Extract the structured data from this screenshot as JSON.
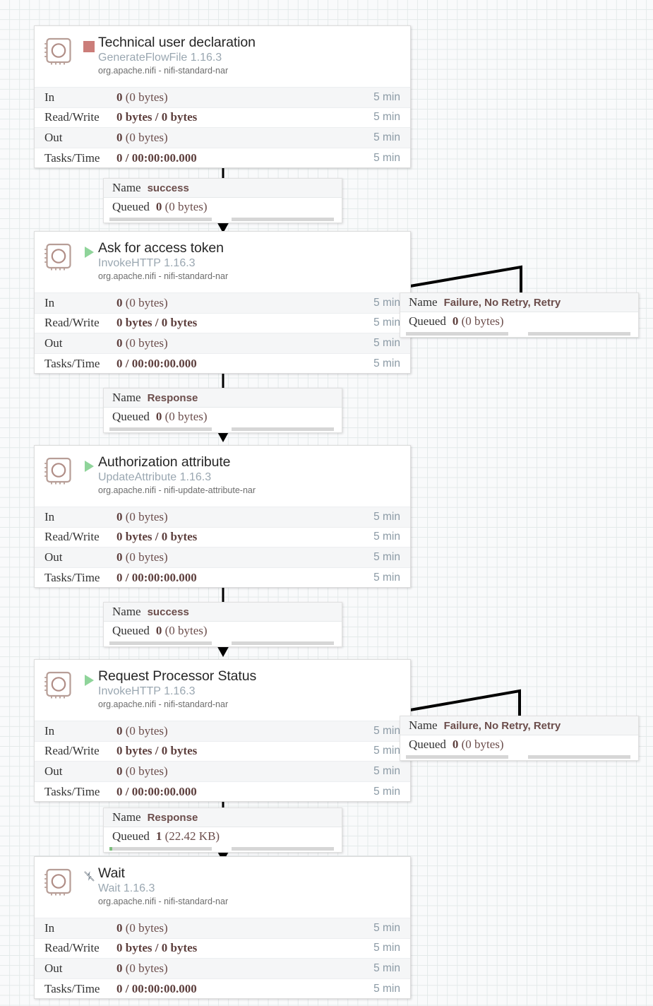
{
  "canvas": {
    "background_color": "#f9fafb",
    "grid_color": "#e4eaea"
  },
  "colors": {
    "running": "#8fd49a",
    "stopped": "#cb7d79",
    "disabled": "#9aa7b1",
    "stat_value": "#6b4d4b",
    "type_text": "#9aa7b1",
    "wire": "#000000"
  },
  "stat_labels": {
    "in": "In",
    "read_write": "Read/Write",
    "out": "Out",
    "tasks_time": "Tasks/Time"
  },
  "connection_labels": {
    "name": "Name",
    "queued": "Queued"
  },
  "processors": [
    {
      "id": "technical-user-declaration",
      "name": "Technical user declaration",
      "type": "GenerateFlowFile 1.16.3",
      "bundle": "org.apache.nifi - nifi-standard-nar",
      "state": "stopped",
      "state_icon": "stop-square-icon",
      "stats": [
        {
          "label": "In",
          "value": "0 (0 bytes)",
          "bold": "0",
          "rest": " (0 bytes)",
          "time": "5 min"
        },
        {
          "label": "Read/Write",
          "value": "0 bytes / 0 bytes",
          "bold": "0 bytes / 0 bytes",
          "rest": "",
          "time": "5 min"
        },
        {
          "label": "Out",
          "value": "0 (0 bytes)",
          "bold": "0",
          "rest": " (0 bytes)",
          "time": "5 min"
        },
        {
          "label": "Tasks/Time",
          "value": "0 / 00:00:00.000",
          "bold": "0 / 00:00:00.000",
          "rest": "",
          "time": "5 min"
        }
      ]
    },
    {
      "id": "ask-for-access-token",
      "name": "Ask for access token",
      "type": "InvokeHTTP 1.16.3",
      "bundle": "org.apache.nifi - nifi-standard-nar",
      "state": "running",
      "state_icon": "play-triangle-icon",
      "stats": [
        {
          "label": "In",
          "value": "0 (0 bytes)",
          "bold": "0",
          "rest": " (0 bytes)",
          "time": "5 min"
        },
        {
          "label": "Read/Write",
          "value": "0 bytes / 0 bytes",
          "bold": "0 bytes / 0 bytes",
          "rest": "",
          "time": "5 min"
        },
        {
          "label": "Out",
          "value": "0 (0 bytes)",
          "bold": "0",
          "rest": " (0 bytes)",
          "time": "5 min"
        },
        {
          "label": "Tasks/Time",
          "value": "0 / 00:00:00.000",
          "bold": "0 / 00:00:00.000",
          "rest": "",
          "time": "5 min"
        }
      ]
    },
    {
      "id": "authorization-attribute",
      "name": "Authorization attribute",
      "type": "UpdateAttribute 1.16.3",
      "bundle": "org.apache.nifi - nifi-update-attribute-nar",
      "state": "running",
      "state_icon": "play-triangle-icon",
      "stats": [
        {
          "label": "In",
          "value": "0 (0 bytes)",
          "bold": "0",
          "rest": " (0 bytes)",
          "time": "5 min"
        },
        {
          "label": "Read/Write",
          "value": "0 bytes / 0 bytes",
          "bold": "0 bytes / 0 bytes",
          "rest": "",
          "time": "5 min"
        },
        {
          "label": "Out",
          "value": "0 (0 bytes)",
          "bold": "0",
          "rest": " (0 bytes)",
          "time": "5 min"
        },
        {
          "label": "Tasks/Time",
          "value": "0 / 00:00:00.000",
          "bold": "0 / 00:00:00.000",
          "rest": "",
          "time": "5 min"
        }
      ]
    },
    {
      "id": "request-processor-status",
      "name": "Request Processor Status",
      "type": "InvokeHTTP 1.16.3",
      "bundle": "org.apache.nifi - nifi-standard-nar",
      "state": "running",
      "state_icon": "play-triangle-icon",
      "stats": [
        {
          "label": "In",
          "value": "0 (0 bytes)",
          "bold": "0",
          "rest": " (0 bytes)",
          "time": "5 min"
        },
        {
          "label": "Read/Write",
          "value": "0 bytes / 0 bytes",
          "bold": "0 bytes / 0 bytes",
          "rest": "",
          "time": "5 min"
        },
        {
          "label": "Out",
          "value": "0 (0 bytes)",
          "bold": "0",
          "rest": " (0 bytes)",
          "time": "5 min"
        },
        {
          "label": "Tasks/Time",
          "value": "0 / 00:00:00.000",
          "bold": "0 / 00:00:00.000",
          "rest": "",
          "time": "5 min"
        }
      ]
    },
    {
      "id": "wait",
      "name": "Wait",
      "type": "Wait 1.16.3",
      "bundle": "org.apache.nifi - nifi-standard-nar",
      "state": "disabled",
      "state_icon": "flash-off-icon",
      "stats": [
        {
          "label": "In",
          "value": "0 (0 bytes)",
          "bold": "0",
          "rest": " (0 bytes)",
          "time": "5 min"
        },
        {
          "label": "Read/Write",
          "value": "0 bytes / 0 bytes",
          "bold": "0 bytes / 0 bytes",
          "rest": "",
          "time": "5 min"
        },
        {
          "label": "Out",
          "value": "0 (0 bytes)",
          "bold": "0",
          "rest": " (0 bytes)",
          "time": "5 min"
        },
        {
          "label": "Tasks/Time",
          "value": "0 / 00:00:00.000",
          "bold": "0 / 00:00:00.000",
          "rest": "",
          "time": "5 min"
        }
      ]
    }
  ],
  "connections": [
    {
      "id": "conn-success-1",
      "name": "success",
      "queued_count": "0",
      "queued_size": " (0 bytes)",
      "fill_percent": 0
    },
    {
      "id": "conn-failure-noretry-retry-1",
      "name": "Failure, No Retry, Retry",
      "queued_count": "0",
      "queued_size": " (0 bytes)",
      "fill_percent": 0
    },
    {
      "id": "conn-response-1",
      "name": "Response",
      "queued_count": "0",
      "queued_size": " (0 bytes)",
      "fill_percent": 0
    },
    {
      "id": "conn-success-2",
      "name": "success",
      "queued_count": "0",
      "queued_size": " (0 bytes)",
      "fill_percent": 0
    },
    {
      "id": "conn-failure-noretry-retry-2",
      "name": "Failure, No Retry, Retry",
      "queued_count": "0",
      "queued_size": " (0 bytes)",
      "fill_percent": 0
    },
    {
      "id": "conn-response-2",
      "name": "Response",
      "queued_count": "1",
      "queued_size": " (22.42 KB)",
      "fill_percent": 3
    }
  ]
}
